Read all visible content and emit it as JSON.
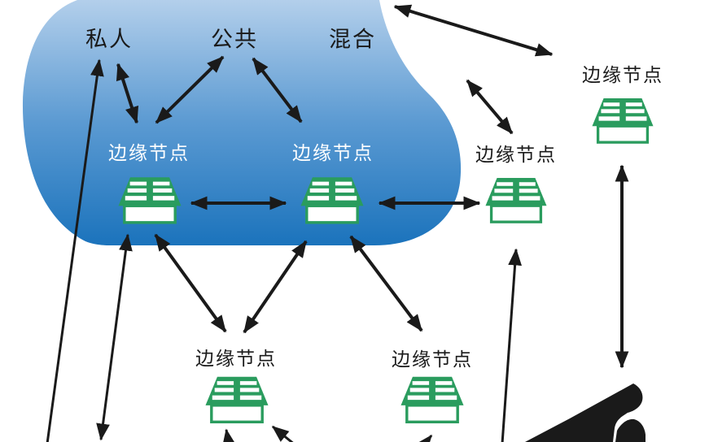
{
  "diagram_title": "edge-node-cloud-topology",
  "cloud": {
    "labels": [
      {
        "id": "private",
        "text": "私人"
      },
      {
        "id": "public",
        "text": "公共"
      },
      {
        "id": "hybrid",
        "text": "混合"
      }
    ]
  },
  "edge_nodes": [
    {
      "id": "cloud-left",
      "label": "边缘节点"
    },
    {
      "id": "cloud-middle",
      "label": "边缘节点"
    },
    {
      "id": "cloud-right",
      "label": "边缘节点"
    },
    {
      "id": "top-right",
      "label": "边缘节点"
    },
    {
      "id": "bottom-left",
      "label": "边缘节点"
    },
    {
      "id": "bottom-right",
      "label": "边缘节点"
    }
  ],
  "colors": {
    "cloud-top": "#b3cfeb",
    "cloud-mid": "#5b9ad2",
    "cloud-bottom": "#1b73bc",
    "green": "#2a9c5e",
    "ink": "#1a1a1a",
    "label-light": "#ffffff"
  }
}
